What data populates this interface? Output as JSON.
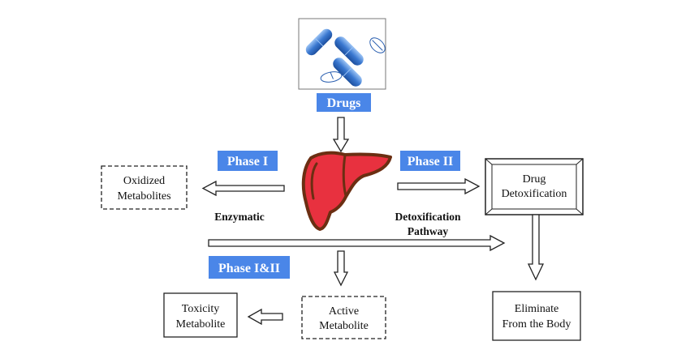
{
  "labels": {
    "drugs": "Drugs",
    "phase1": "Phase I",
    "phase2": "Phase II",
    "phase12": "Phase I&II"
  },
  "boxes": {
    "oxidized": [
      "Oxidized",
      "Metabolites"
    ],
    "detox": [
      "Drug",
      "Detoxification"
    ],
    "toxicity": [
      "Toxicity",
      "Metabolite"
    ],
    "active": [
      "Active",
      "Metabolite"
    ],
    "eliminate": [
      "Eliminate",
      "From the Body"
    ]
  },
  "annotations": {
    "enzymatic": "Enzymatic",
    "pathway": [
      "Detoxification",
      "Pathway"
    ]
  },
  "colors": {
    "label_bg": "#4a86e8",
    "liver_fill": "#e8313f",
    "liver_outline": "#6b2e12",
    "pill_blue": "#3a78d0"
  }
}
